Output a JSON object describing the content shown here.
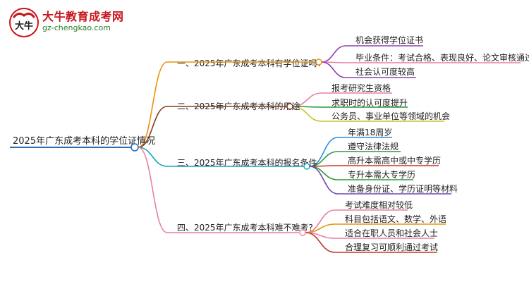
{
  "logo": {
    "title": "大牛教育成考网",
    "url": "gz-chengkao.com",
    "mark_text": "大牛"
  },
  "colors": {
    "root": "#2f6db5",
    "branch_1": "#e8930c",
    "branch_2": "#8b3a1e",
    "branch_3": "#18a4b8",
    "branch_4": "#e87fa4",
    "leaf_1": "#8b44b0",
    "leaf_2": "#e87fa4",
    "leaf_3": "#c6c22a",
    "leaf_4": "#2f8fd8",
    "leaf_5": "#e8930c",
    "leaf_6": "#2a9a3a",
    "leaf_7": "#c0392b",
    "leaf_8": "#6a4ab0"
  },
  "mindmap": {
    "root": "2025年广东成考本科的学位证情况",
    "branches": [
      {
        "label": "一、2025年广东成考本科有学位证吗?",
        "leaves": [
          "机会获得学位证书",
          "毕业条件：考试合格、表现良好、论文审核通过",
          "社会认可度较高"
        ]
      },
      {
        "label": "二、2025年广东成考本科的用途",
        "leaves": [
          "报考研究生资格",
          "求职时的认可度提升",
          "公务员、事业单位等领域的机会"
        ]
      },
      {
        "label": "三、2025年广东成考本科的报名条件",
        "leaves": [
          "年满18周岁",
          "遵守法律法规",
          "高升本需高中或中专学历",
          "专升本需大专学历",
          "准备身份证、学历证明等材料"
        ]
      },
      {
        "label": "四、2025年广东成考本科难不难考?",
        "leaves": [
          "考试难度相对较低",
          "科目包括语文、数学、外语",
          "适合在职人员和社会人士",
          "合理复习可顺利通过考试"
        ]
      }
    ]
  }
}
